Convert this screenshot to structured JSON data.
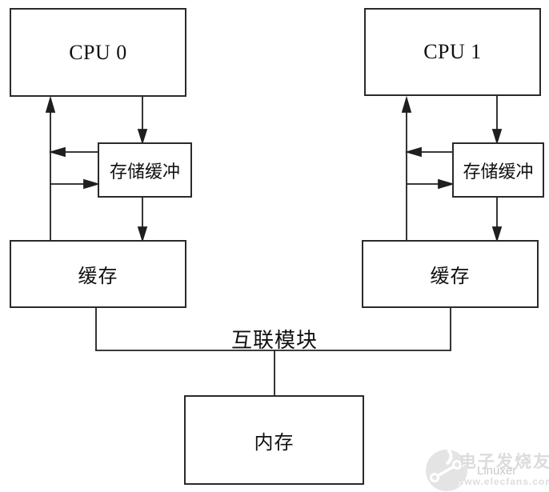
{
  "diagram": {
    "nodes": {
      "cpu0": {
        "label": "CPU 0"
      },
      "cpu1": {
        "label": "CPU 1"
      },
      "store_buffer_left": {
        "label": "存储缓冲"
      },
      "store_buffer_right": {
        "label": "存储缓冲"
      },
      "cache_left": {
        "label": "缓存"
      },
      "cache_right": {
        "label": "缓存"
      },
      "memory": {
        "label": "内存"
      }
    },
    "interconnect": {
      "label": "互联模块"
    },
    "edges": [
      {
        "from": "cpu0",
        "to": "store_buffer_left",
        "arrow": "down"
      },
      {
        "from": "store_buffer_left",
        "to": "cache_left",
        "arrow": "down"
      },
      {
        "from": "cache_left",
        "to": "cpu0",
        "arrow": "up"
      },
      {
        "from": "store_buffer_left",
        "to": "cpu0-cache-path",
        "arrow": "left"
      },
      {
        "from": "cpu0-cache-path",
        "to": "store_buffer_left",
        "arrow": "right"
      },
      {
        "from": "cpu1",
        "to": "store_buffer_right",
        "arrow": "down"
      },
      {
        "from": "store_buffer_right",
        "to": "cache_right",
        "arrow": "down"
      },
      {
        "from": "cache_right",
        "to": "cpu1",
        "arrow": "up"
      },
      {
        "from": "store_buffer_right",
        "to": "cpu1-cache-path",
        "arrow": "left"
      },
      {
        "from": "cpu1-cache-path",
        "to": "store_buffer_right",
        "arrow": "right"
      },
      {
        "from": "cache_left",
        "to": "interconnect",
        "arrow": "none"
      },
      {
        "from": "cache_right",
        "to": "interconnect",
        "arrow": "none"
      },
      {
        "from": "interconnect",
        "to": "memory",
        "arrow": "none"
      }
    ],
    "colors": {
      "line": "#1f1f1f",
      "box_border": "#2a2a2a",
      "background": "#ffffff",
      "watermark": "#dcdcdc"
    }
  },
  "watermark": {
    "logo": "elecfans-logo",
    "brand": "电子发烧友",
    "overlay": "Linuxer",
    "url": "www.elecfans.com"
  }
}
